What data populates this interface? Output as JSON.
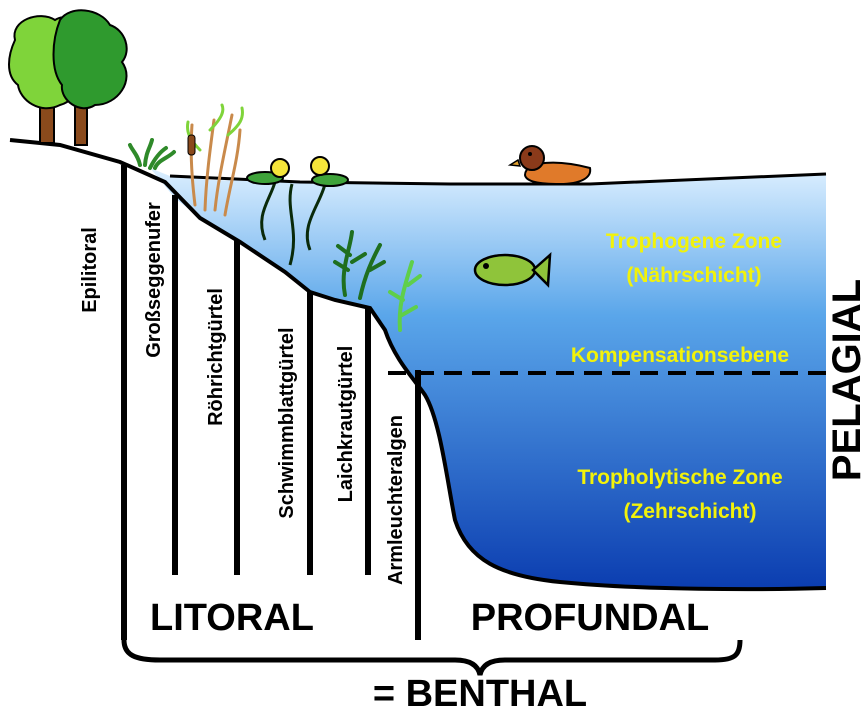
{
  "labels": {
    "epilitoral": "Epilitoral",
    "grosseggenufer": "Großseggenufer",
    "roehrichtguertel": "Röhrichtgürtel",
    "schwimmblattguertel": "Schwimmblattgürtel",
    "laichkrautguertel": "Laichkrautgürtel",
    "armleuchteralgen": "Armleuchteralgen",
    "trophogene_zone": "Trophogene Zone",
    "naehrschicht": "(Nährschicht)",
    "kompensationsebene": "Kompensationsebene",
    "tropholytische_zone": "Tropholytische Zone",
    "zehrschicht": "(Zehrschicht)",
    "pelagial": "PELAGIAL",
    "litoral": "LITORAL",
    "profundal": "PROFUNDAL",
    "benthal": "= BENTHAL"
  },
  "colors": {
    "water_top": "#d8ecfa",
    "water_bottom": "#0b3fb3",
    "zone_text": "#f2f20a",
    "outline": "#000000",
    "tree_light": "#7fd43a",
    "tree_dark": "#2f9a2e",
    "trunk": "#8a4a1c",
    "plant_green": "#3fa33a",
    "reed": "#c98a4b",
    "fish": "#8fc43a",
    "duck": "#e07a2a"
  },
  "icons": [
    "tree-icon",
    "reed-icon",
    "water-lily-icon",
    "pondweed-icon",
    "fish-icon",
    "duck-icon"
  ]
}
